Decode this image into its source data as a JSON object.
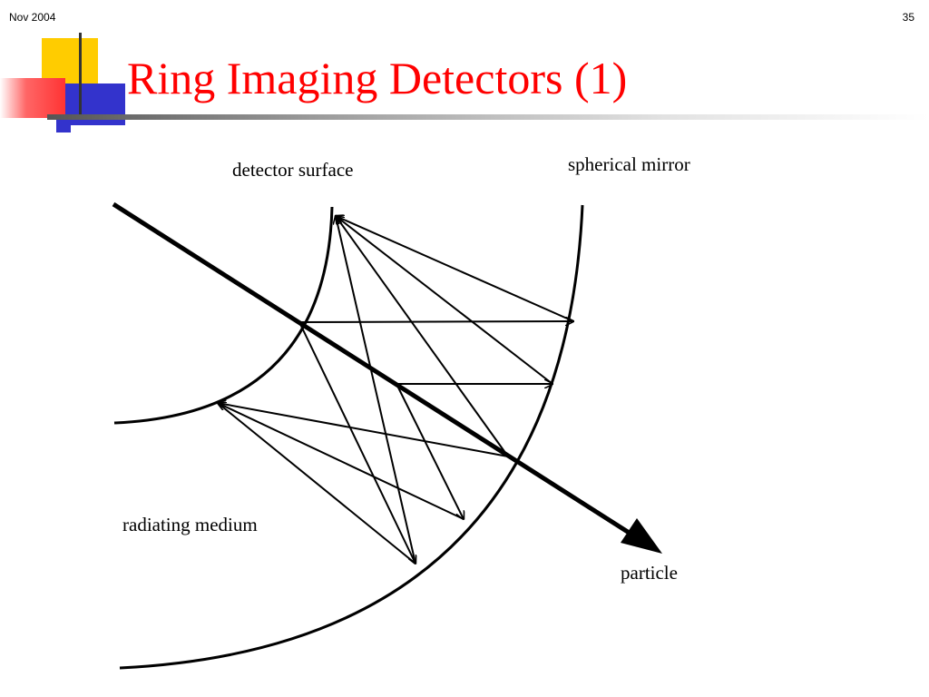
{
  "header": {
    "date": "Nov 2004",
    "page_number": "35"
  },
  "slide": {
    "title": "Ring Imaging Detectors (1)"
  },
  "diagram": {
    "labels": {
      "detector_surface": "detector surface",
      "spherical_mirror": "spherical mirror",
      "radiating_medium": "radiating medium",
      "particle": "particle"
    }
  },
  "colors": {
    "title": "#ff0000",
    "deco_yellow": "#ffcc00",
    "deco_blue": "#3333cc",
    "deco_red": "#ff3333",
    "diagram_ink": "#000000"
  }
}
